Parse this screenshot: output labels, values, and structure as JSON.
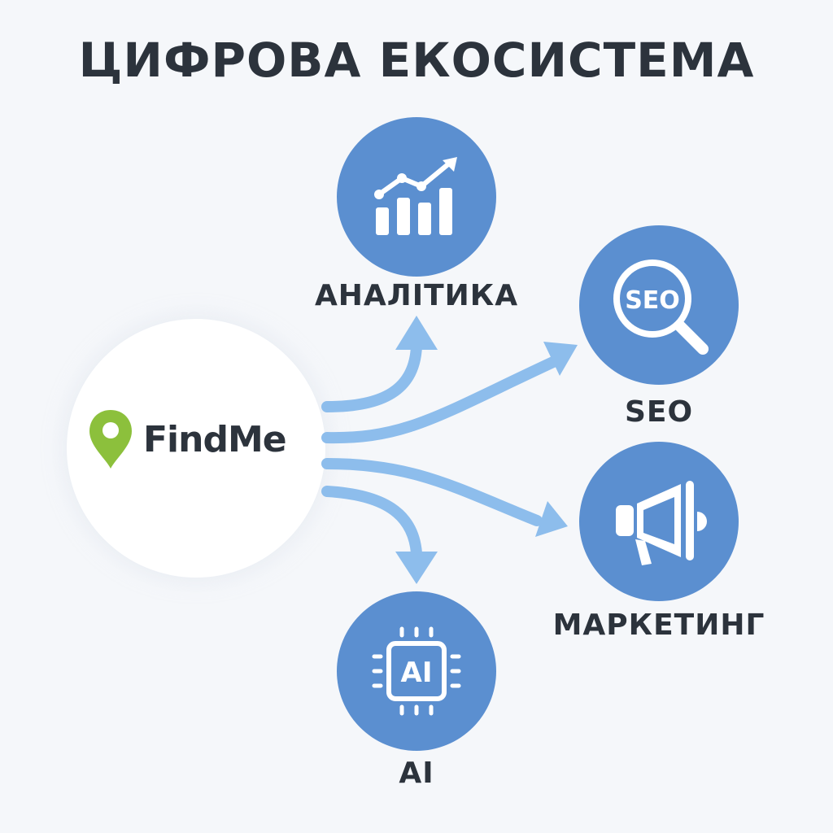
{
  "title": "ЦИФРОВА ЕКОСИСТЕМА",
  "hub": {
    "brand": "FindMe"
  },
  "nodes": [
    {
      "id": "analytics",
      "label": "АНАЛІТИКА",
      "icon": "bar-chart-icon"
    },
    {
      "id": "seo",
      "label": "SEO",
      "icon": "magnifier-icon",
      "badge": "SEO"
    },
    {
      "id": "marketing",
      "label": "МАРКЕТИНГ",
      "icon": "megaphone-icon"
    },
    {
      "id": "ai",
      "label": "AI",
      "icon": "chip-icon",
      "badge": "AI"
    }
  ],
  "colors": {
    "node": "#5b8fd0",
    "arrow": "#8dbdec",
    "pin": "#8cc03c",
    "text": "#2c333c"
  }
}
